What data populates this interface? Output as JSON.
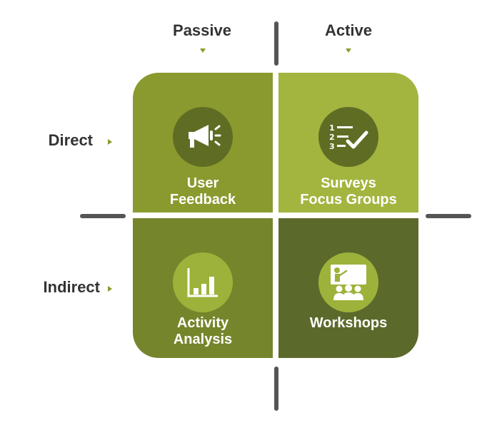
{
  "columns": {
    "passive": "Passive",
    "active": "Active"
  },
  "rows": {
    "direct": "Direct",
    "indirect": "Indirect"
  },
  "quadrants": {
    "top_left": {
      "line1": "User",
      "line2": "Feedback",
      "icon": "megaphone-icon"
    },
    "top_right": {
      "line1": "Surveys",
      "line2": "Focus Groups",
      "icon": "checklist-icon"
    },
    "bottom_left": {
      "line1": "Activity",
      "line2": "Analysis",
      "icon": "bar-chart-icon"
    },
    "bottom_right": {
      "line1": "Workshops",
      "icon": "presentation-icon"
    }
  },
  "colors": {
    "top_left": "#8a9a2e",
    "top_right": "#a3b53f",
    "bottom_left": "#75852b",
    "bottom_right": "#5b6a2b",
    "label_text": "#333333",
    "arrow": "#8a9b2c",
    "axis": "#555555"
  }
}
